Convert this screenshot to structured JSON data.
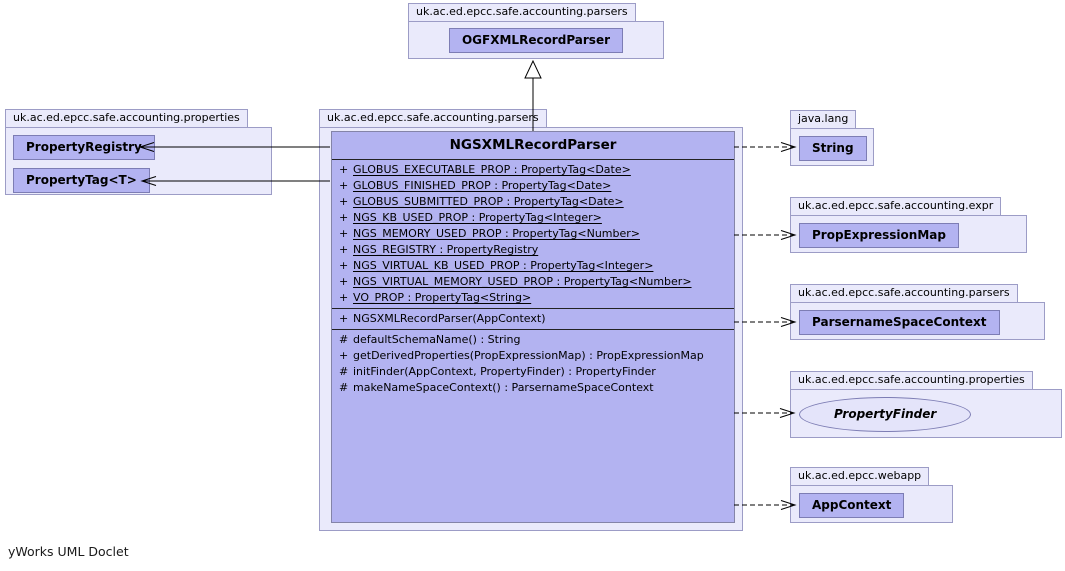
{
  "footer": "yWorks UML Doclet",
  "colors": {
    "package_fill": "#eaeafb",
    "package_border": "#9c9cc6",
    "class_fill": "#b3b3f1",
    "class_border": "#7d7db4",
    "line": "#000000"
  },
  "super_package": {
    "name": "uk.ac.ed.epcc.safe.accounting.parsers",
    "class_name": "OGFXMLRecordParser"
  },
  "properties_package": {
    "name": "uk.ac.ed.epcc.safe.accounting.properties",
    "classes": [
      "PropertyRegistry",
      "PropertyTag<T>"
    ]
  },
  "main_class": {
    "package": "uk.ac.ed.epcc.safe.accounting.parsers",
    "name": "NGSXMLRecordParser",
    "fields": [
      {
        "vis": "+",
        "text": "GLOBUS_EXECUTABLE_PROP : PropertyTag<Date>",
        "static": true
      },
      {
        "vis": "+",
        "text": "GLOBUS_FINISHED_PROP : PropertyTag<Date>",
        "static": true
      },
      {
        "vis": "+",
        "text": "GLOBUS_SUBMITTED_PROP : PropertyTag<Date>",
        "static": true
      },
      {
        "vis": "+",
        "text": "NGS_KB_USED_PROP : PropertyTag<Integer>",
        "static": true
      },
      {
        "vis": "+",
        "text": "NGS_MEMORY_USED_PROP : PropertyTag<Number>",
        "static": true
      },
      {
        "vis": "+",
        "text": "NGS_REGISTRY : PropertyRegistry",
        "static": true
      },
      {
        "vis": "+",
        "text": "NGS_VIRTUAL_KB_USED_PROP : PropertyTag<Integer>",
        "static": true
      },
      {
        "vis": "+",
        "text": "NGS_VIRTUAL_MEMORY_USED_PROP : PropertyTag<Number>",
        "static": true
      },
      {
        "vis": "+",
        "text": "VO_PROP : PropertyTag<String>",
        "static": true
      }
    ],
    "constructors": [
      {
        "vis": "+",
        "text": "NGSXMLRecordParser(AppContext)",
        "static": false
      }
    ],
    "methods": [
      {
        "vis": "#",
        "text": "defaultSchemaName() : String",
        "static": false
      },
      {
        "vis": "+",
        "text": "getDerivedProperties(PropExpressionMap) : PropExpressionMap",
        "static": false
      },
      {
        "vis": "#",
        "text": "initFinder(AppContext, PropertyFinder) : PropertyFinder",
        "static": false
      },
      {
        "vis": "#",
        "text": "makeNameSpaceContext() : ParsernameSpaceContext",
        "static": false
      }
    ]
  },
  "related": [
    {
      "package": "java.lang",
      "class_name": "String",
      "shape": "class"
    },
    {
      "package": "uk.ac.ed.epcc.safe.accounting.expr",
      "class_name": "PropExpressionMap",
      "shape": "class"
    },
    {
      "package": "uk.ac.ed.epcc.safe.accounting.parsers",
      "class_name": "ParsernameSpaceContext",
      "shape": "class"
    },
    {
      "package": "uk.ac.ed.epcc.safe.accounting.properties",
      "class_name": "PropertyFinder",
      "shape": "interface"
    },
    {
      "package": "uk.ac.ed.epcc.webapp",
      "class_name": "AppContext",
      "shape": "class"
    }
  ],
  "relations": {
    "generalization": {
      "from": "NGSXMLRecordParser",
      "to": "OGFXMLRecordParser"
    },
    "associations": [
      "PropertyRegistry",
      "PropertyTag<T>"
    ],
    "dependencies": [
      "String",
      "PropExpressionMap",
      "ParsernameSpaceContext",
      "PropertyFinder",
      "AppContext"
    ]
  }
}
